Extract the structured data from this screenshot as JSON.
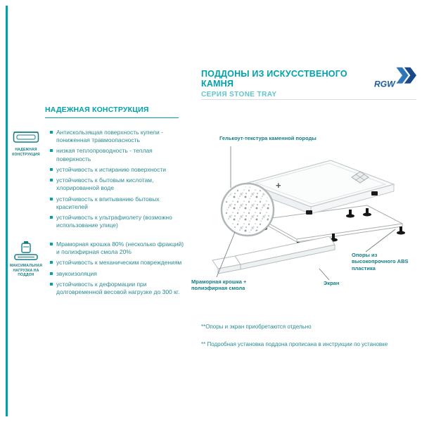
{
  "header": {
    "title": "ПОДДОНЫ ИЗ ИСКУССТВЕНОГО КАМНЯ",
    "subtitle": "СЕРИЯ STONE TRAY",
    "brand": "RGW"
  },
  "features": {
    "heading": "НАДЕЖНАЯ КОНСТРУКЦИЯ",
    "groups": [
      {
        "badge": "НАДЕЖНАЯ КОНСТРУКЦИЯ",
        "items": [
          "Антискользящая поверхность купели - пониженная травмоопасность",
          "низкая теплопроводность - теплая поверхность",
          "устойчивость к истиранию поверхности",
          "устойчивость к бытовым кислотам, хлорированной воде",
          "устойчивость к впитыванию бытовых красителей",
          "устойчивость к ультрафиолету (возможно использование улице)"
        ]
      },
      {
        "badge": "МАКСИМАЛЬНАЯ НАГРУЗКА НА ПОДДОН",
        "items": [
          "Мраморная крошка 80% (несколько фракций) и полиэфирная смола 20%",
          "устойчивость к механическим повреждениям",
          "звукоизоляция",
          "устойчивость к деформации при долговременной весовой нагрузке до 300 кг."
        ]
      }
    ]
  },
  "diagram": {
    "plus": "+",
    "callouts": {
      "gelcoat": "Гелькоут-текстура каменной породы",
      "marble": "Мраморная крошка + полиэфирная смола",
      "supports": "Опоры из высокопрочного ABS пластика",
      "screen": "Экран"
    }
  },
  "footnotes": [
    "**Опоры и экран приобретаются отдельно",
    "** Подробная установка поддона прописана в инструкции по установке"
  ],
  "colors": {
    "teal": "#00a2aa",
    "teal_dark": "#137d86",
    "teal_light": "#62c5cb",
    "blue": "#1d5a9e",
    "blue_light": "#3b82c4",
    "ink": "#2a8b92",
    "line_gray": "#d9dddf"
  }
}
